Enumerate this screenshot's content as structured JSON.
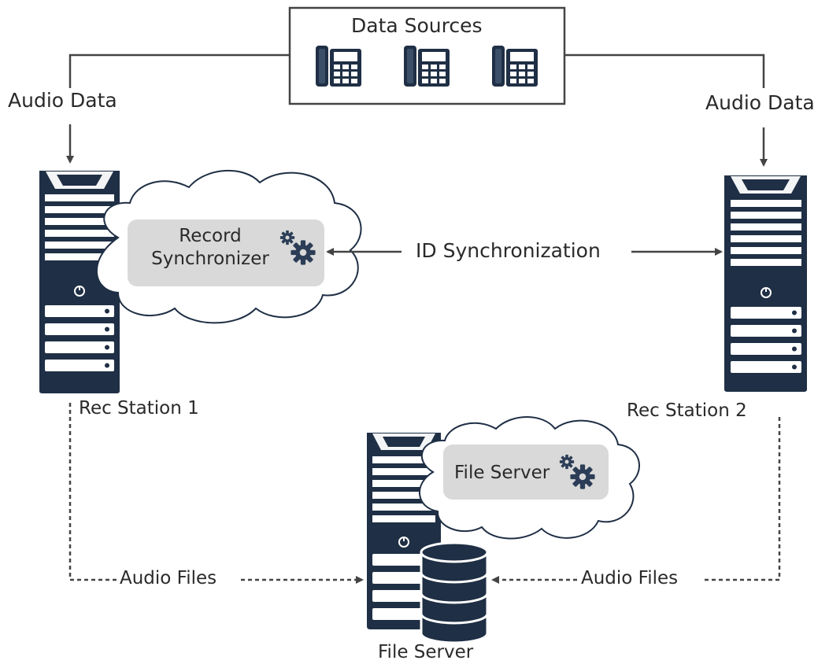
{
  "title": "Data Sources",
  "audio_data_left": "Audio Data",
  "audio_data_right": "Audio Data",
  "sync_label": "ID Synchronization",
  "record_synchronizer": [
    "Record",
    "Synchronizer"
  ],
  "rec_station_1": "Rec Station 1",
  "rec_station_2": "Rec Station 2",
  "file_server_service": "File Server",
  "file_server_label": "File Server",
  "audio_files_left": "Audio Files",
  "audio_files_right": "Audio Files",
  "colors": {
    "server_body": "#1f2f45",
    "slot": "#ffffff",
    "cloud_fill": "#ffffff",
    "pill": "#d9d9d9",
    "line": "#444444",
    "gear": "#2c3e57"
  },
  "icons": [
    "phone-icon",
    "server-icon",
    "cloud-icon",
    "gears-icon",
    "database-icon",
    "power-icon"
  ]
}
